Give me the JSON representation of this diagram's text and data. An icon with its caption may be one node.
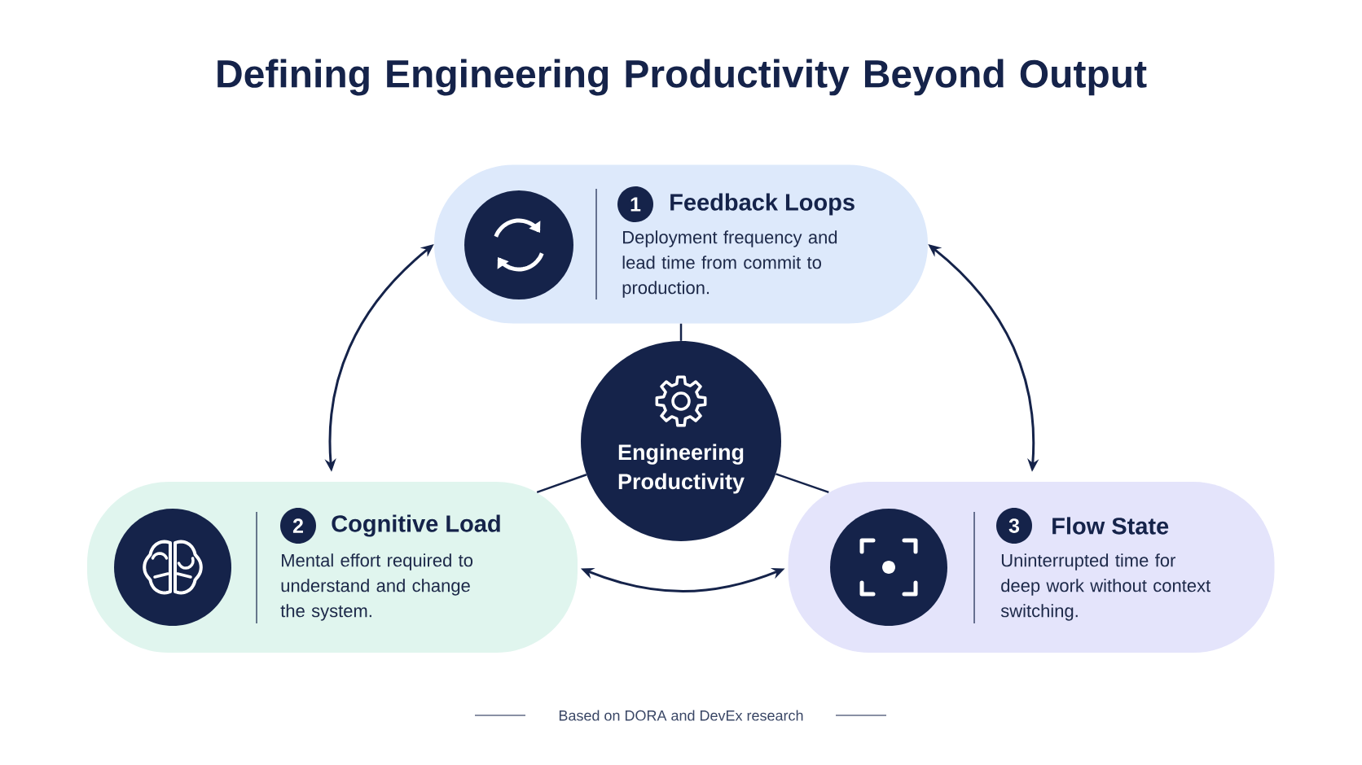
{
  "diagram": {
    "title": "Defining Engineering Productivity Beyond Output",
    "caption": "Based on DORA and DevEx research",
    "nodes": [
      {
        "text": [
          "1",
          "Feedback Loops",
          "Deployment frequency and lead time from commit to production."
        ]
      },
      {
        "text": [
          "Engineering Productivity"
        ]
      },
      {
        "text": [
          "2",
          "Cognitive Load",
          "Mental effort required to understand and change the system."
        ]
      },
      {
        "text": [
          "3",
          "Flow State",
          "Uninterrupted time for deep work without context switching."
        ]
      }
    ],
    "edges": [
      {
        "from": 1,
        "to": 0,
        "arrow": "none"
      },
      {
        "from": 1,
        "to": 2,
        "arrow": "none"
      },
      {
        "from": 1,
        "to": 3,
        "arrow": "none"
      },
      {
        "from": 0,
        "to": 2,
        "arrow": "both"
      },
      {
        "from": 0,
        "to": 3,
        "arrow": "both"
      },
      {
        "from": 2,
        "to": 3,
        "arrow": "both"
      }
    ]
  }
}
